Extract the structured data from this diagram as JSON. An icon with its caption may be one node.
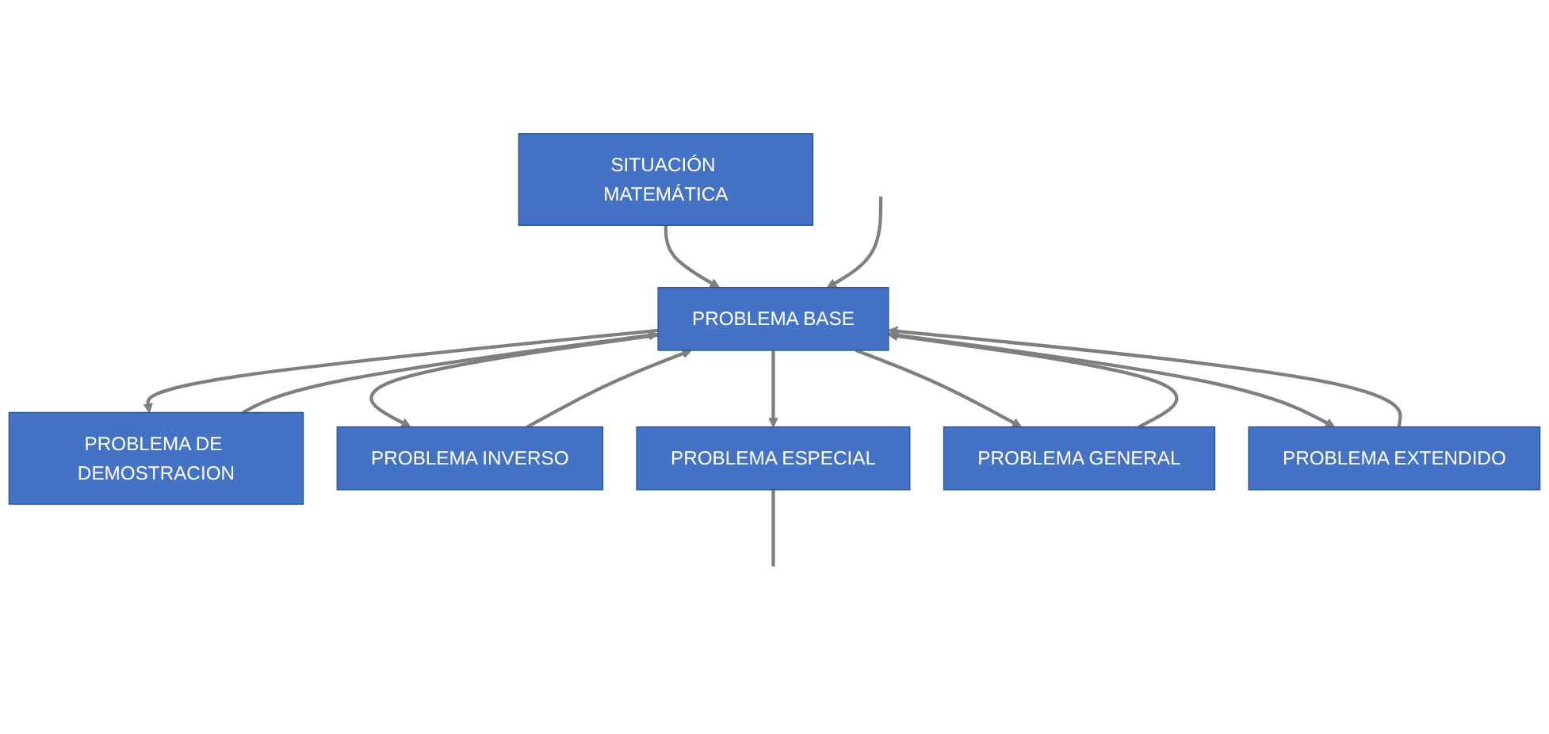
{
  "diagram": {
    "nodes": [
      {
        "text": [
          "SITUACIÓN MATEMÁTICA"
        ]
      },
      {
        "text": [
          "PROBLEMA BASE"
        ]
      },
      {
        "text": [
          "PROBLEMA DE DEMOSTRACION"
        ]
      },
      {
        "text": [
          "PROBLEMA INVERSO"
        ]
      },
      {
        "text": [
          "PROBLEMA ESPECIAL"
        ]
      },
      {
        "text": [
          "PROBLEMA GENERAL"
        ]
      },
      {
        "text": [
          "PROBLEMA EXTENDIDO"
        ]
      }
    ],
    "edges": [
      {
        "from": 0,
        "to": 1,
        "arrow": "to"
      },
      {
        "from": 1,
        "to": 2,
        "arrow": "to"
      },
      {
        "from": 1,
        "to": 3,
        "arrow": "to"
      },
      {
        "from": 1,
        "to": 4,
        "arrow": "to"
      },
      {
        "from": 1,
        "to": 5,
        "arrow": "to"
      },
      {
        "from": 1,
        "to": 6,
        "arrow": "to"
      },
      {
        "from": 2,
        "to": 1,
        "arrow": "to"
      },
      {
        "from": 3,
        "to": 1,
        "arrow": "to"
      },
      {
        "from": 5,
        "to": 1,
        "arrow": "to"
      },
      {
        "from": 6,
        "to": 1,
        "arrow": "to"
      },
      {
        "from": null,
        "to": 1,
        "arrow": "to"
      },
      {
        "from": 4,
        "to": null,
        "arrow": "none"
      }
    ]
  }
}
